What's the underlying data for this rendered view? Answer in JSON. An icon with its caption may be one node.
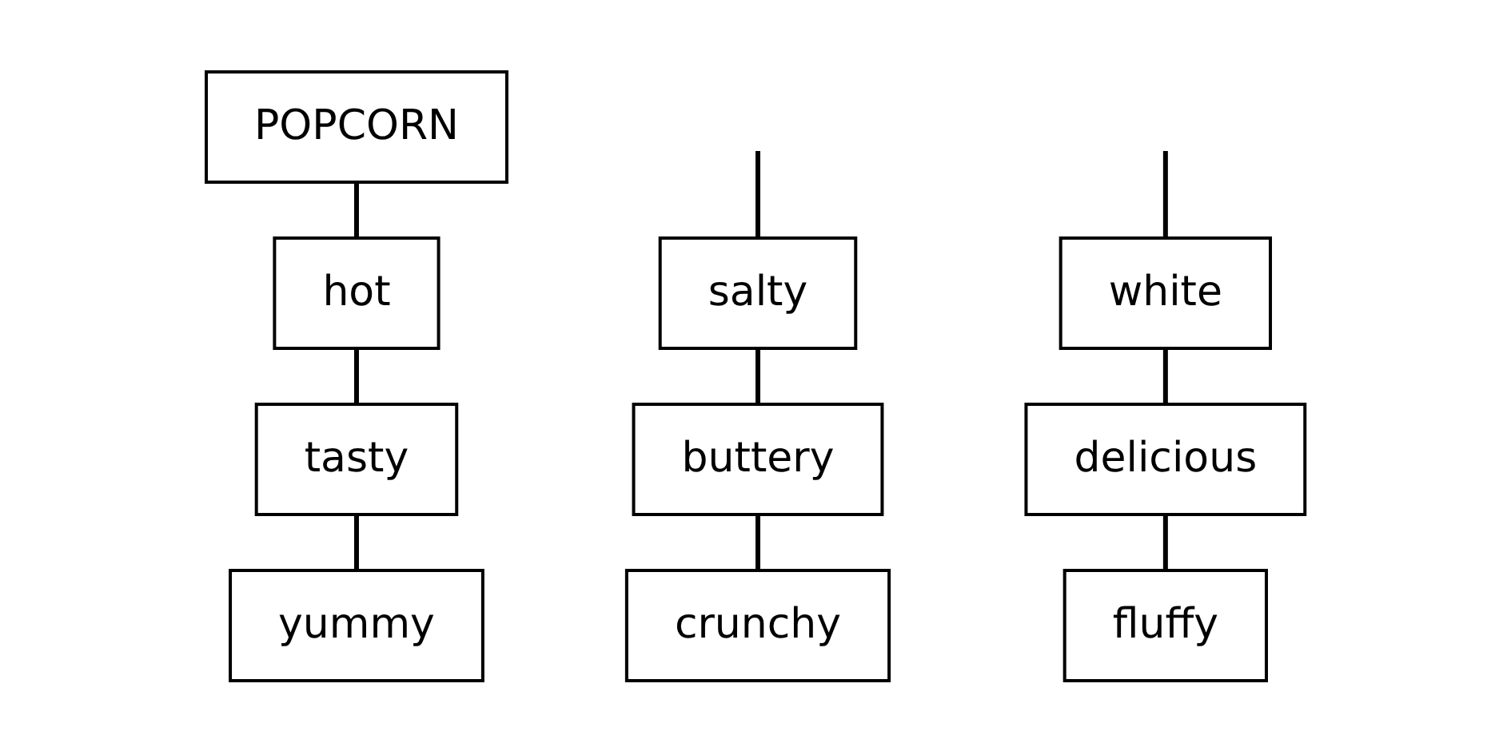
{
  "diagram": {
    "nodes": [
      {
        "text": [
          "POPCORN"
        ]
      },
      {
        "text": [
          "salty"
        ]
      },
      {
        "text": [
          "hot"
        ]
      },
      {
        "text": [
          "white"
        ]
      },
      {
        "text": [
          "buttery"
        ]
      },
      {
        "text": [
          "tasty"
        ]
      },
      {
        "text": [
          "delicious"
        ]
      },
      {
        "text": [
          "crunchy"
        ]
      },
      {
        "text": [
          "yummy"
        ]
      },
      {
        "text": [
          "fluffy"
        ]
      }
    ],
    "edges": [
      {
        "from": null,
        "to": 1,
        "arrow": "none"
      },
      {
        "from": 0,
        "to": 2,
        "arrow": "none"
      },
      {
        "from": null,
        "to": 3,
        "arrow": "none"
      },
      {
        "from": 1,
        "to": 4,
        "arrow": "none"
      },
      {
        "from": 2,
        "to": 5,
        "arrow": "none"
      },
      {
        "from": 3,
        "to": 6,
        "arrow": "none"
      },
      {
        "from": 4,
        "to": 7,
        "arrow": "none"
      },
      {
        "from": 5,
        "to": 8,
        "arrow": "none"
      },
      {
        "from": 6,
        "to": 9,
        "arrow": "none"
      }
    ]
  }
}
